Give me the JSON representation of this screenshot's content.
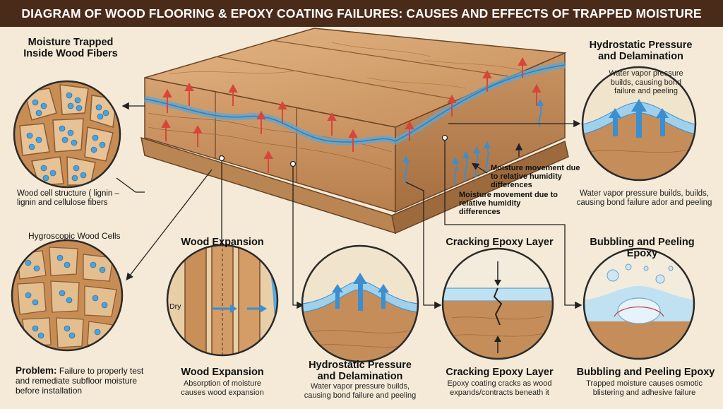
{
  "title": "DIAGRAM OF WOOD FLOORING & EPOXY COATING FAILURES: CAUSES AND EFFECTS OF TRAPPED MOISTURE",
  "panels": {
    "moisture_trapped": {
      "heading": "Moisture Trapped Inside Wood Fibers",
      "caption": "Wood cell structure ( lignin – lignin and cellulose fibers"
    },
    "hygroscopic": {
      "heading": "Hygroscopic Wood Cells"
    },
    "problem": {
      "label": "Problem:",
      "text": "Failure to properly test and remediate subfloor moisture before installation"
    },
    "wood_expansion": {
      "heading": "Wood Expansion",
      "dry_label": "Dry",
      "bottom_heading": "Wood Expansion",
      "caption": "Absorption of moisture causes wood expansion"
    },
    "hydrostatic_bottom": {
      "heading": "Hydrostatic Pressure and Delamination",
      "caption": "Water vapor pressure builds, causing bond failure and peeling"
    },
    "cracking": {
      "heading": "Cracking Epoxy Layer",
      "bottom_heading": "Cracking Epoxy Layer",
      "caption": "Epoxy coating cracks as wood expands/contracts beneath it"
    },
    "bubbling": {
      "heading": "Bubbling and Peeling Epoxy",
      "bottom_heading": "Bubbling and Peeling Epoxy",
      "caption": "Trapped moisture causes osmotic blistering and adhesive failure"
    },
    "hydrostatic_top": {
      "heading": "Hydrostatic Pressure and Delamination",
      "inner_caption": "Water vapor pressure builds, causing bond failure and peeling",
      "caption": "Water vapor pressure builds, builds, causing bond failure ador and peeling"
    }
  },
  "moisture_movement": {
    "label_1": "Moisture movement due to relative humidity differences",
    "label_2": "Moisture movement due to relative humidity differences"
  },
  "colors": {
    "title_bg": "#4a2b1a",
    "wood_light": "#d9a877",
    "wood_mid": "#c08a57",
    "wood_dark": "#8a5a33",
    "water": "#5aa7d8",
    "arrow_red": "#d8453a",
    "arrow_blue": "#3b8fd0",
    "background": "#f4ead7"
  }
}
